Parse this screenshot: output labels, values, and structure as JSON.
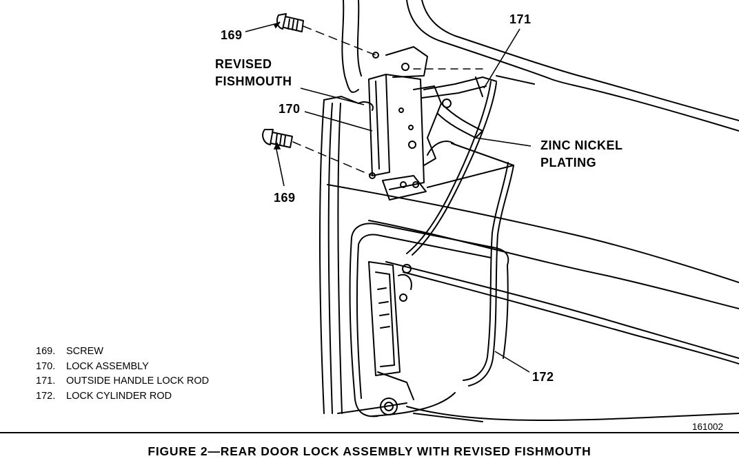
{
  "callouts": {
    "screw_top": "169",
    "screw_bottom": "169",
    "lock_assembly": "170",
    "outside_rod": "171",
    "cylinder_rod": "172",
    "revised_line1": "REVISED",
    "revised_line2": "FISHMOUTH",
    "zinc_line1": "ZINC NICKEL",
    "zinc_line2": "PLATING"
  },
  "legend": [
    {
      "num": "169.",
      "text": "SCREW"
    },
    {
      "num": "170.",
      "text": "LOCK ASSEMBLY"
    },
    {
      "num": "171.",
      "text": "OUTSIDE HANDLE LOCK ROD"
    },
    {
      "num": "172.",
      "text": "LOCK CYLINDER ROD"
    }
  ],
  "figure_id": "161002",
  "caption": "FIGURE 2—REAR DOOR LOCK ASSEMBLY WITH REVISED FISHMOUTH"
}
